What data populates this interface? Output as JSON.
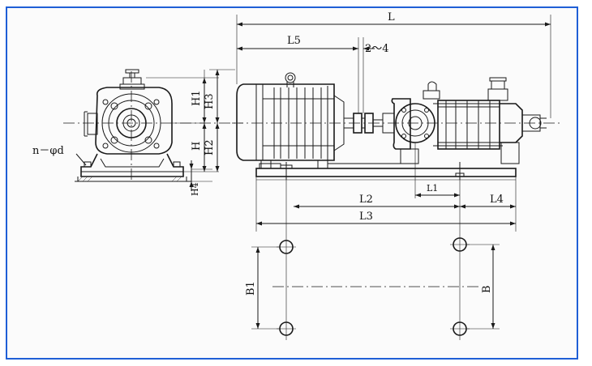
{
  "diagram": {
    "frame_color": "#1f5fd6",
    "line_color": "#1a1a1a",
    "labels": {
      "L": "L",
      "L5": "L5",
      "gap": "2～4",
      "L1": "L1",
      "L2": "L2",
      "L3": "L3",
      "L4": "L4",
      "H": "H",
      "H1": "H1",
      "H2": "H2",
      "H3": "H3",
      "H4": "H4",
      "B": "B",
      "B1": "B1",
      "hole_spec": "n－φd"
    }
  }
}
